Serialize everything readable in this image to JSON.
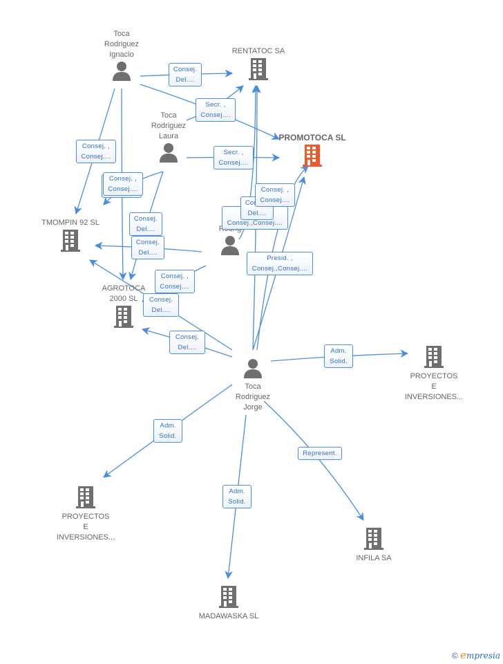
{
  "colors": {
    "edge": "#4a8de0",
    "node_icon": "#6f6f6f",
    "main_company": "#f05a28",
    "label_text": "#2f6fc9"
  },
  "nodes": {
    "ignacio": {
      "type": "person",
      "label": "Toca\nRodriguez\nIgnacio"
    },
    "laura": {
      "type": "person",
      "label": "Toca\nRodriguez\nLaura"
    },
    "center_person": {
      "type": "person",
      "label": "Rodrig"
    },
    "jorge": {
      "type": "person",
      "label": "Toca\nRodriguez\nJorge"
    },
    "rentatoc": {
      "type": "company",
      "label": "RENTATOC SA"
    },
    "promotoca": {
      "type": "company-main",
      "label": "PROMOTOCA SL"
    },
    "tmompin": {
      "type": "company",
      "label": "TMOMPIN 92 SL"
    },
    "agrotoca": {
      "type": "company",
      "label": "AGROTOCA\n2000 SL"
    },
    "proyectos_right": {
      "type": "company",
      "label": "PROYECTOS\nE\nINVERSIONES..."
    },
    "proyectos_left": {
      "type": "company",
      "label": "PROYECTOS\nE\nINVERSIONES..."
    },
    "madawaska": {
      "type": "company",
      "label": "MADAWASKA SL"
    },
    "infila": {
      "type": "company",
      "label": "INFILA SA"
    }
  },
  "relations": [
    {
      "from": "ignacio",
      "to": "rentatoc",
      "label": "Consej.\nDel...."
    },
    {
      "from": "ignacio",
      "to": "promotoca",
      "label": "Secr. ,\nConsej...."
    },
    {
      "from": "ignacio",
      "to": "tmompin",
      "label": "Consej. ,\nConsej...."
    },
    {
      "from": "ignacio",
      "to": "agrotoca",
      "label": "Consej. ,\nConsej...."
    },
    {
      "from": "laura",
      "to": "rentatoc",
      "label": "Secr. ,\nConsej...."
    },
    {
      "from": "laura",
      "to": "promotoca",
      "label": "Secr. ,\nConsej...."
    },
    {
      "from": "laura",
      "to": "tmompin",
      "label": "Consej. ,\nConsej...."
    },
    {
      "from": "laura",
      "to": "agrotoca",
      "label": "Consej.\nDel...."
    },
    {
      "from": "center_person",
      "to": "rentatoc",
      "label": "Presid. ,\nConsej.,Consej...."
    },
    {
      "from": "center_person",
      "to": "tmompin",
      "label": "Consej.\nDel...."
    },
    {
      "from": "center_person",
      "to": "agrotoca",
      "label": "Consej. ,\nConsej...."
    },
    {
      "from": "jorge",
      "to": "rentatoc",
      "label": "Consej.\nDel...."
    },
    {
      "from": "jorge",
      "to": "promotoca",
      "label": "Presid. ,\nConsej.,Consej...."
    },
    {
      "from": "jorge",
      "to": "promotoca",
      "label": "Consej. ,\nConsej...."
    },
    {
      "from": "jorge",
      "to": "tmompin",
      "label": "Consej.\nDel...."
    },
    {
      "from": "jorge",
      "to": "agrotoca",
      "label": "Consej.\nDel...."
    },
    {
      "from": "jorge",
      "to": "proyectos_right",
      "label": "Adm.\nSolid."
    },
    {
      "from": "jorge",
      "to": "proyectos_left",
      "label": "Adm.\nSolid."
    },
    {
      "from": "jorge",
      "to": "madawaska",
      "label": "Adm.\nSolid."
    },
    {
      "from": "jorge",
      "to": "infila",
      "label": "Represent."
    }
  ],
  "footer": {
    "copyright": "©",
    "brand_e": "e",
    "brand_rest": "mpresia"
  }
}
